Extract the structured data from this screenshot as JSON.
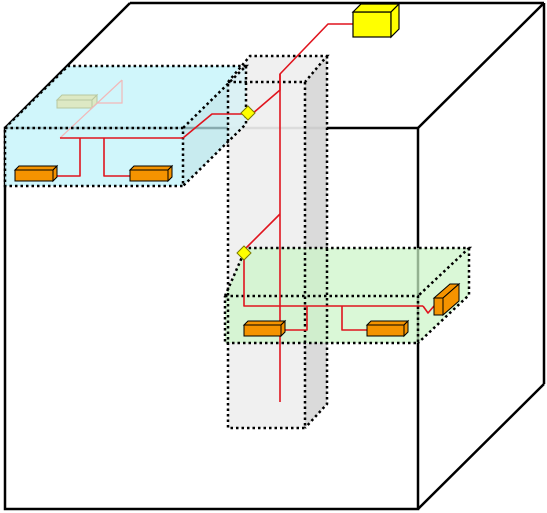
{
  "diagram": {
    "type": "3d-building-cabling-schematic",
    "colors": {
      "background": "#ffffff",
      "outline": "#000000",
      "cable": "#e0141e",
      "shaft_front": "#efefef",
      "shaft_side": "#d8d8d8",
      "upper_floor_zone": "#c8f4fa",
      "lower_floor_zone": "#ccf5c8",
      "device": "#f59300",
      "device_edge": "#8a4a00",
      "main_unit": "#ffff00",
      "junction": "#ffff00",
      "faded_device": "#dde9c4"
    },
    "components": [
      {
        "id": "main-unit",
        "icon": "yellow-box"
      },
      {
        "id": "vertical-shaft",
        "icon": "dotted-prism"
      },
      {
        "id": "upper-floor-zone",
        "icon": "dotted-slab"
      },
      {
        "id": "lower-floor-zone",
        "icon": "dotted-slab"
      },
      {
        "id": "junction-upper",
        "icon": "diamond"
      },
      {
        "id": "junction-lower",
        "icon": "diamond"
      },
      {
        "id": "device-upper-left",
        "icon": "orange-block"
      },
      {
        "id": "device-upper-right",
        "icon": "orange-block"
      },
      {
        "id": "device-lower-left",
        "icon": "orange-block"
      },
      {
        "id": "device-lower-right",
        "icon": "orange-block"
      },
      {
        "id": "device-lower-wall",
        "icon": "orange-block"
      },
      {
        "id": "device-upper-back",
        "icon": "faded-block"
      }
    ]
  }
}
